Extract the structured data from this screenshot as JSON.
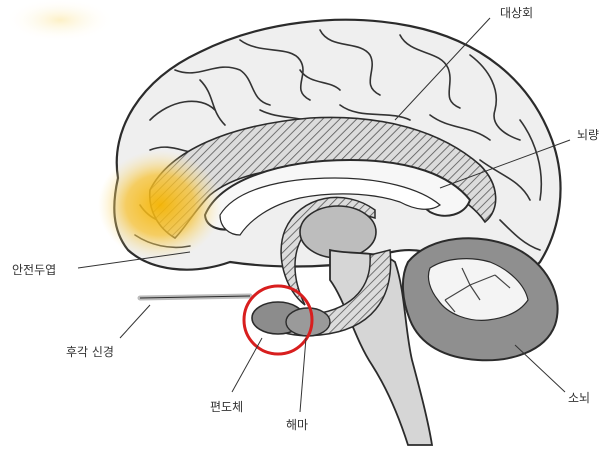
{
  "labels": {
    "cingulate": "대상회",
    "corpus_callosum": "뇌량",
    "orbitofrontal": "안전두엽",
    "olfactory_nerve": "후각 신경",
    "amygdala": "편도체",
    "hippocampus": "해마",
    "cerebellum": "소뇌"
  },
  "colors": {
    "highlight": "#f5b400",
    "circle": "#d81e1e",
    "outline": "#2b2b2b",
    "gray_fill": "#9a9a9a",
    "light_fill": "#e9e9e9"
  }
}
